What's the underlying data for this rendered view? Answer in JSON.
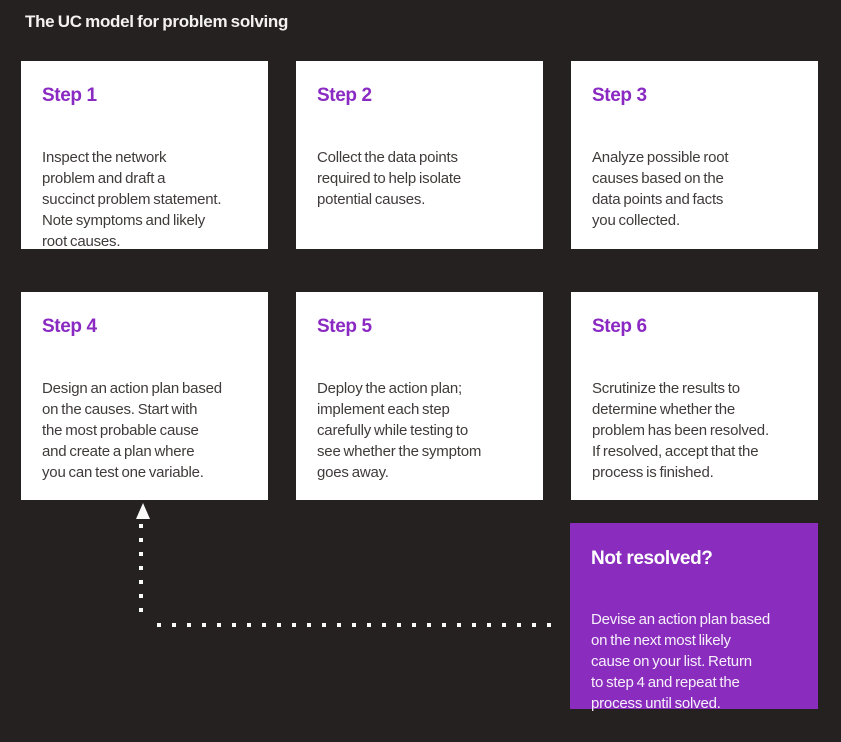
{
  "title": "The UC model for problem solving",
  "colors": {
    "page_background": "#252120",
    "card_background": "#ffffff",
    "accent_purple": "#8a2ac2",
    "highlight_card_background": "#8a2dbe",
    "body_text": "#3f3b3a",
    "title_text": "#f4f2f1",
    "arrow_white": "#fafafa"
  },
  "icons": {
    "loop_back_arrow": "dotted-line-with-up-arrowhead"
  },
  "steps": [
    {
      "label": "Step 1",
      "description": "Inspect the network\nproblem and draft a\nsuccinct problem statement.\nNote symptoms and likely\nroot causes."
    },
    {
      "label": "Step 2",
      "description": "Collect the data points\nrequired to help isolate\npotential causes."
    },
    {
      "label": "Step 3",
      "description": "Analyze possible root\ncauses based on the\ndata points and facts\nyou collected."
    },
    {
      "label": "Step 4",
      "description": "Design an action plan based\non the causes. Start with\nthe most probable cause\nand create a plan where\nyou can test one variable."
    },
    {
      "label": "Step 5",
      "description": "Deploy the action plan;\nimplement each step\ncarefully while testing to\nsee whether the symptom\ngoes away."
    },
    {
      "label": "Step 6",
      "description": "Scrutinize the results to\ndetermine whether the\nproblem has been resolved.\nIf resolved, accept that the\nprocess is finished."
    }
  ],
  "not_resolved": {
    "label": "Not resolved?",
    "description": "Devise an action plan based\non the next most likely\ncause on your list. Return\nto step 4 and repeat the\nprocess until solved."
  }
}
